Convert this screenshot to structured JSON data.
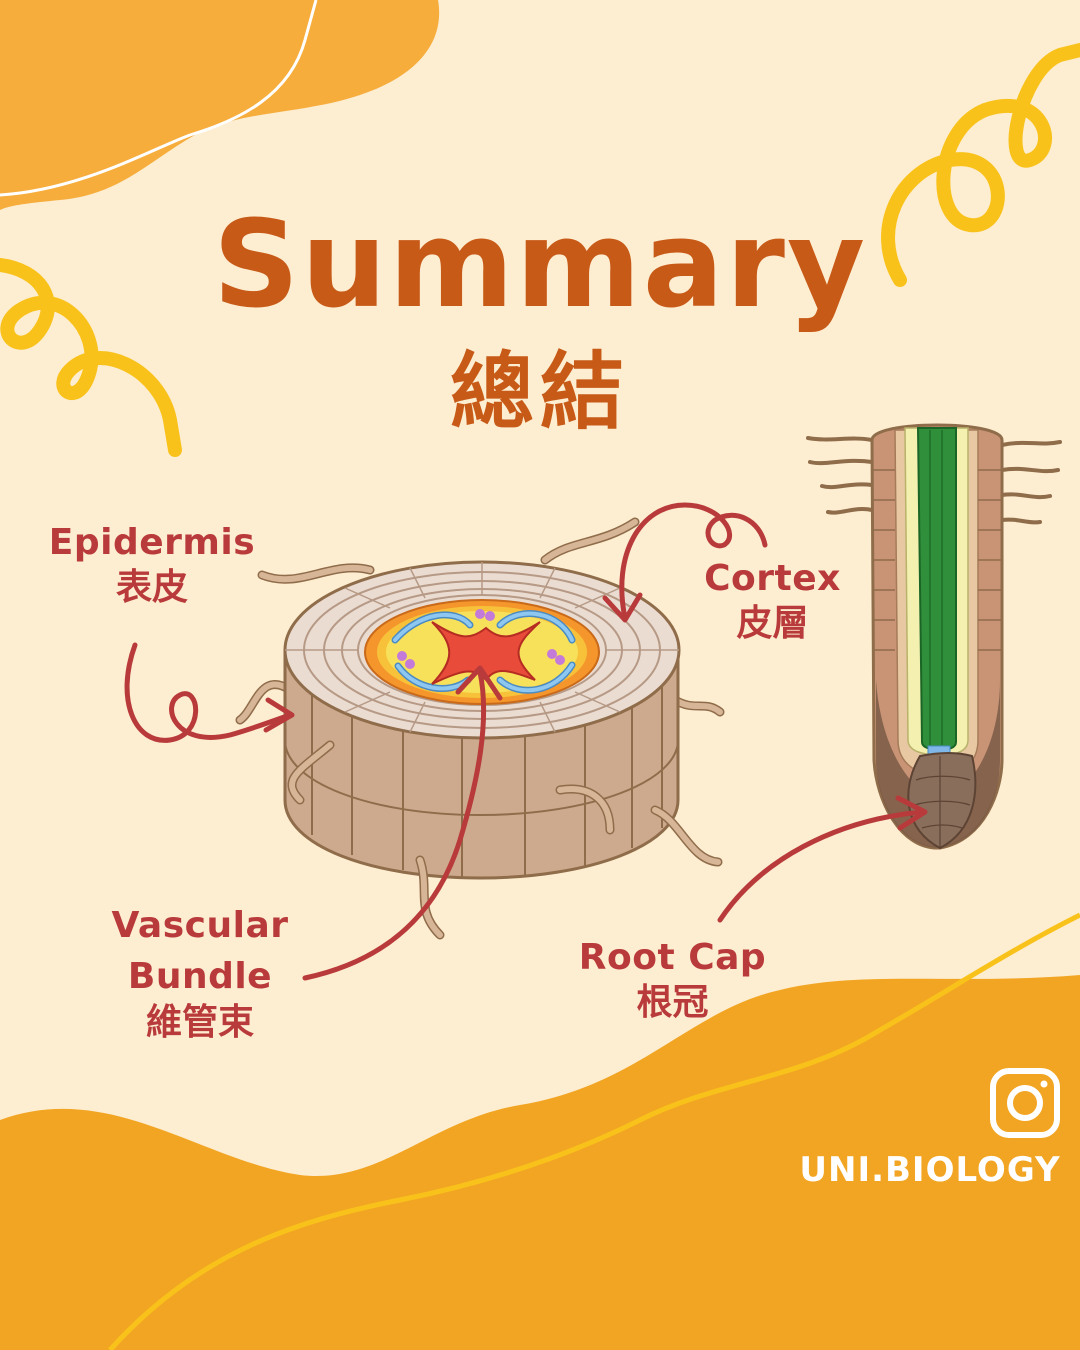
{
  "header": {
    "title": "Summary",
    "subtitle": "總結"
  },
  "labels": {
    "epidermis": {
      "en": "Epidermis",
      "zh": "表皮"
    },
    "cortex": {
      "en": "Cortex",
      "zh": "皮層"
    },
    "vascular_bundle": {
      "en_line1": "Vascular",
      "en_line2": "Bundle",
      "zh": "維管束"
    },
    "root_cap": {
      "en": "Root Cap",
      "zh": "根冠"
    }
  },
  "branding": {
    "handle": "UNI.BIOLOGY",
    "icon": "instagram-icon"
  },
  "colors": {
    "background": "#fdedd1",
    "title": "#c85a17",
    "label": "#b93a3a",
    "accent_orange": "#f4a22c",
    "accent_yellow": "#f9c21a"
  }
}
